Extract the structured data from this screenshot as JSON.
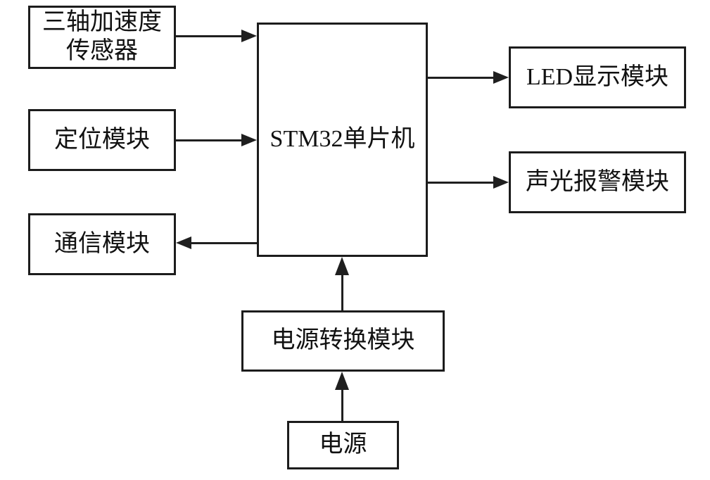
{
  "diagram": {
    "type": "block-diagram",
    "nodes": {
      "accel_sensor": {
        "label": "三轴加速度\n传感器"
      },
      "positioning": {
        "label": "定位模块"
      },
      "comm": {
        "label": "通信模块"
      },
      "mcu": {
        "label": "STM32单片机"
      },
      "led": {
        "label": "LED显示模块"
      },
      "alarm": {
        "label": "声光报警模块"
      },
      "power_conv": {
        "label": "电源转换模块"
      },
      "power": {
        "label": "电源"
      }
    },
    "edges": [
      {
        "from": "accel_sensor",
        "to": "mcu",
        "direction": "right"
      },
      {
        "from": "positioning",
        "to": "mcu",
        "direction": "right"
      },
      {
        "from": "mcu",
        "to": "comm",
        "direction": "left"
      },
      {
        "from": "mcu",
        "to": "led",
        "direction": "right"
      },
      {
        "from": "mcu",
        "to": "alarm",
        "direction": "right"
      },
      {
        "from": "power_conv",
        "to": "mcu",
        "direction": "up"
      },
      {
        "from": "power",
        "to": "power_conv",
        "direction": "up"
      }
    ],
    "colors": {
      "background": "#ffffff",
      "box_border": "#1c1c1c",
      "line": "#1f1f1f",
      "text": "#111111"
    }
  }
}
